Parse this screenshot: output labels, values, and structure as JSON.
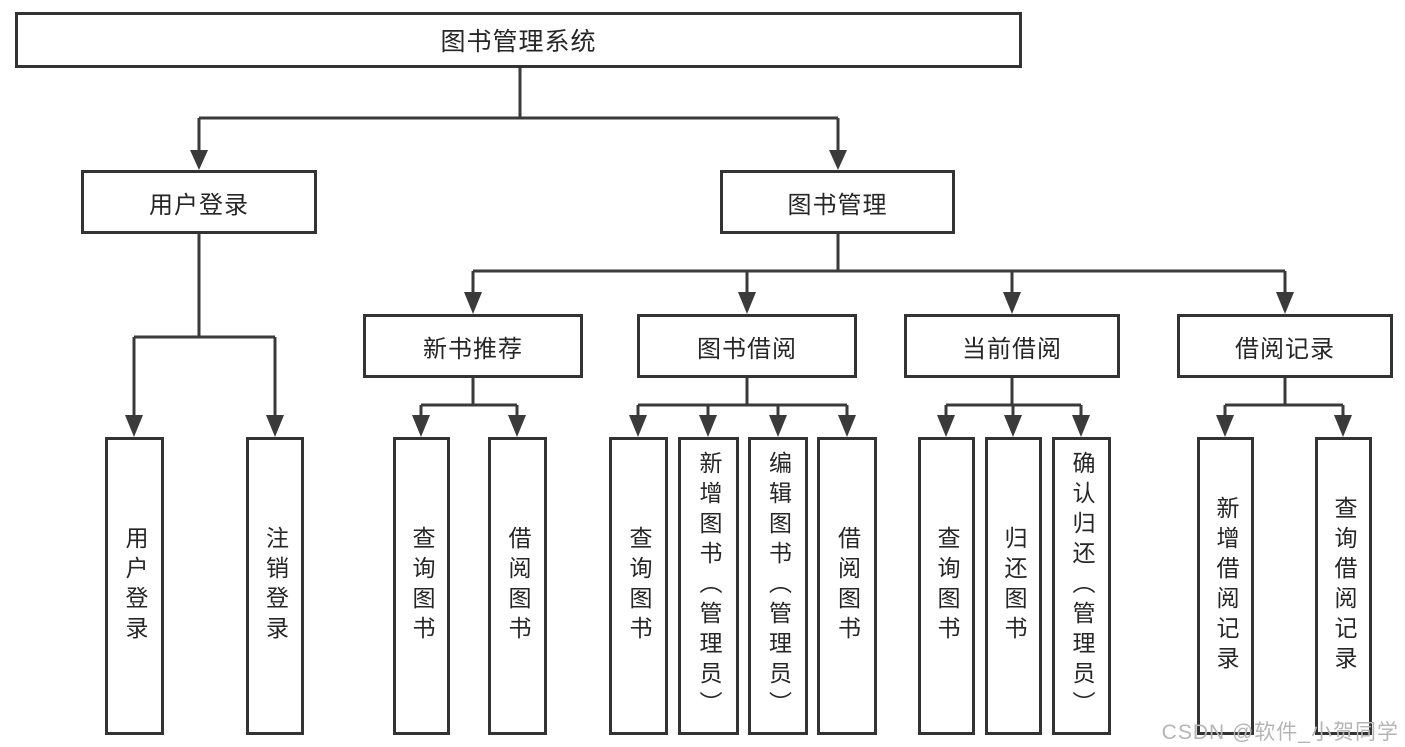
{
  "tree": {
    "root": {
      "label": "图书管理系统"
    },
    "level2": [
      {
        "label": "用户登录"
      },
      {
        "label": "图书管理"
      }
    ],
    "level3": [
      {
        "label": "新书推荐",
        "parent": "图书管理"
      },
      {
        "label": "图书借阅",
        "parent": "图书管理"
      },
      {
        "label": "当前借阅",
        "parent": "图书管理"
      },
      {
        "label": "借阅记录",
        "parent": "图书管理"
      }
    ],
    "leaves": [
      {
        "label": "用户登录",
        "parent": "用户登录"
      },
      {
        "label": "注销登录",
        "parent": "用户登录"
      },
      {
        "label": "查询图书",
        "parent": "新书推荐"
      },
      {
        "label": "借阅图书",
        "parent": "新书推荐"
      },
      {
        "label": "查询图书",
        "parent": "图书借阅"
      },
      {
        "label": "新增图书（管理员）",
        "parent": "图书借阅"
      },
      {
        "label": "编辑图书（管理员）",
        "parent": "图书借阅"
      },
      {
        "label": "借阅图书",
        "parent": "图书借阅"
      },
      {
        "label": "查询图书",
        "parent": "当前借阅"
      },
      {
        "label": "归还图书",
        "parent": "当前借阅"
      },
      {
        "label": "确认归还（管理员）",
        "parent": "当前借阅"
      },
      {
        "label": "新增借阅记录",
        "parent": "借阅记录"
      },
      {
        "label": "查询借阅记录",
        "parent": "借阅记录"
      }
    ]
  },
  "watermark": {
    "text": "CSDN @软件_小贺同学",
    "color": "#b5b5b5"
  },
  "colors": {
    "line": "#3a3a3a",
    "box_border": "#333333",
    "text": "#262626",
    "background": "#ffffff"
  }
}
